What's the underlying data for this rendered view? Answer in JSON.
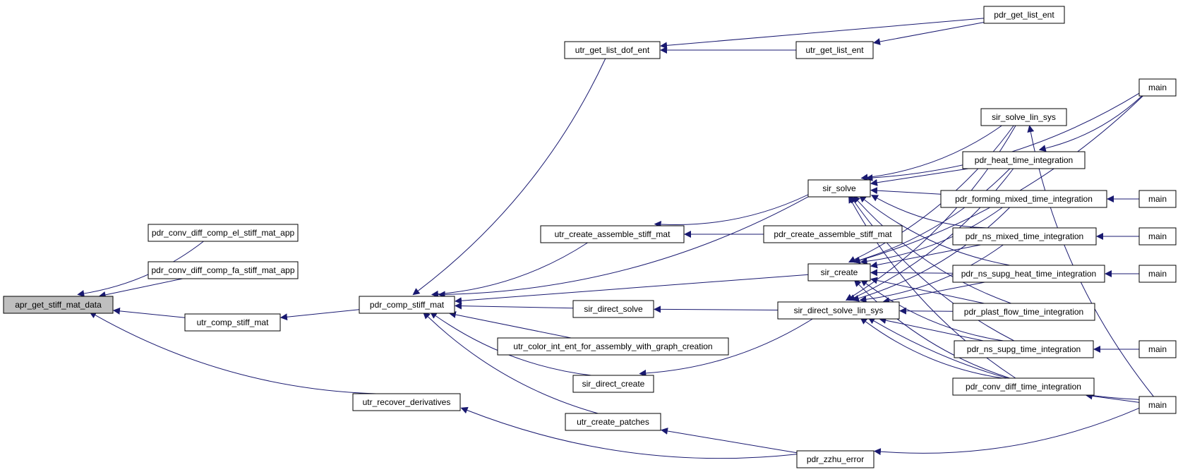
{
  "graph": {
    "type": "caller-graph",
    "edge_color": "#191970",
    "root_fill": "#bfbfbf",
    "nodes": [
      {
        "id": "root",
        "label": "apr_get_stiff_mat_data",
        "root": true
      },
      {
        "id": "pccesma",
        "label": "pdr_conv_diff_comp_el_stiff_mat_app"
      },
      {
        "id": "pccfsma",
        "label": "pdr_conv_diff_comp_fa_stiff_mat_app"
      },
      {
        "id": "ucsm",
        "label": "utr_comp_stiff_mat"
      },
      {
        "id": "urd",
        "label": "utr_recover_derivatives"
      },
      {
        "id": "pcsm",
        "label": "pdr_comp_stiff_mat"
      },
      {
        "id": "ugldof",
        "label": "utr_get_list_dof_ent"
      },
      {
        "id": "ugle",
        "label": "utr_get_list_ent"
      },
      {
        "id": "pgle",
        "label": "pdr_get_list_ent"
      },
      {
        "id": "ucasm",
        "label": "utr_create_assemble_stiff_mat"
      },
      {
        "id": "pcasm",
        "label": "pdr_create_assemble_stiff_mat"
      },
      {
        "id": "sds",
        "label": "sir_direct_solve"
      },
      {
        "id": "ucie",
        "label": "utr_color_int_ent_for_assembly_with_graph_creation"
      },
      {
        "id": "sdc",
        "label": "sir_direct_create"
      },
      {
        "id": "ucp",
        "label": "utr_create_patches"
      },
      {
        "id": "pze",
        "label": "pdr_zzhu_error"
      },
      {
        "id": "ss",
        "label": "sir_solve"
      },
      {
        "id": "sc",
        "label": "sir_create"
      },
      {
        "id": "sdsls",
        "label": "sir_direct_solve_lin_sys"
      },
      {
        "id": "ssls",
        "label": "sir_solve_lin_sys"
      },
      {
        "id": "phti",
        "label": "pdr_heat_time_integration"
      },
      {
        "id": "pfmti",
        "label": "pdr_forming_mixed_time_integration"
      },
      {
        "id": "pnmti",
        "label": "pdr_ns_mixed_time_integration"
      },
      {
        "id": "pnshti",
        "label": "pdr_ns_supg_heat_time_integration"
      },
      {
        "id": "ppfti",
        "label": "pdr_plast_flow_time_integration"
      },
      {
        "id": "pnsti",
        "label": "pdr_ns_supg_time_integration"
      },
      {
        "id": "pcdti",
        "label": "pdr_conv_diff_time_integration"
      },
      {
        "id": "main1",
        "label": "main"
      },
      {
        "id": "main2",
        "label": "main"
      },
      {
        "id": "main3",
        "label": "main"
      },
      {
        "id": "main4",
        "label": "main"
      },
      {
        "id": "main5",
        "label": "main"
      },
      {
        "id": "main6",
        "label": "main"
      }
    ],
    "edges": [
      [
        "root",
        "pccesma"
      ],
      [
        "root",
        "pccfsma"
      ],
      [
        "root",
        "ucsm"
      ],
      [
        "root",
        "urd"
      ],
      [
        "ucsm",
        "pcsm"
      ],
      [
        "pcsm",
        "ugldof"
      ],
      [
        "pcsm",
        "ucasm"
      ],
      [
        "pcsm",
        "ss"
      ],
      [
        "pcsm",
        "sc"
      ],
      [
        "pcsm",
        "sds"
      ],
      [
        "pcsm",
        "ucie"
      ],
      [
        "pcsm",
        "sdc"
      ],
      [
        "pcsm",
        "ucp"
      ],
      [
        "ugldof",
        "ugle"
      ],
      [
        "ugldof",
        "pgle"
      ],
      [
        "ugle",
        "pgle"
      ],
      [
        "ucasm",
        "ss"
      ],
      [
        "ucasm",
        "pcasm"
      ],
      [
        "sds",
        "sdsls"
      ],
      [
        "sdc",
        "sdsls"
      ],
      [
        "ucp",
        "pze"
      ],
      [
        "urd",
        "pze"
      ],
      [
        "ss",
        "main1"
      ],
      [
        "ss",
        "ssls"
      ],
      [
        "ss",
        "phti"
      ],
      [
        "ss",
        "pfmti"
      ],
      [
        "ss",
        "pnmti"
      ],
      [
        "ss",
        "pnshti"
      ],
      [
        "ss",
        "ppfti"
      ],
      [
        "ss",
        "pnsti"
      ],
      [
        "ss",
        "pcdti"
      ],
      [
        "sc",
        "main1"
      ],
      [
        "sc",
        "ssls"
      ],
      [
        "sc",
        "phti"
      ],
      [
        "sc",
        "pfmti"
      ],
      [
        "sc",
        "pnmti"
      ],
      [
        "sc",
        "pnshti"
      ],
      [
        "sc",
        "ppfti"
      ],
      [
        "sc",
        "pnsti"
      ],
      [
        "sc",
        "pcdti"
      ],
      [
        "sdsls",
        "main5"
      ],
      [
        "sdsls",
        "ssls"
      ],
      [
        "sdsls",
        "phti"
      ],
      [
        "sdsls",
        "pfmti"
      ],
      [
        "sdsls",
        "pnmti"
      ],
      [
        "sdsls",
        "pnshti"
      ],
      [
        "sdsls",
        "ppfti"
      ],
      [
        "sdsls",
        "pnsti"
      ],
      [
        "sdsls",
        "pcdti"
      ],
      [
        "ssls",
        "main5"
      ],
      [
        "phti",
        "main1"
      ],
      [
        "pfmti",
        "main2"
      ],
      [
        "pnmti",
        "main3"
      ],
      [
        "pnshti",
        "main4"
      ],
      [
        "pnsti",
        "main6"
      ],
      [
        "pcdti",
        "main5"
      ],
      [
        "pze",
        "main5"
      ]
    ]
  }
}
